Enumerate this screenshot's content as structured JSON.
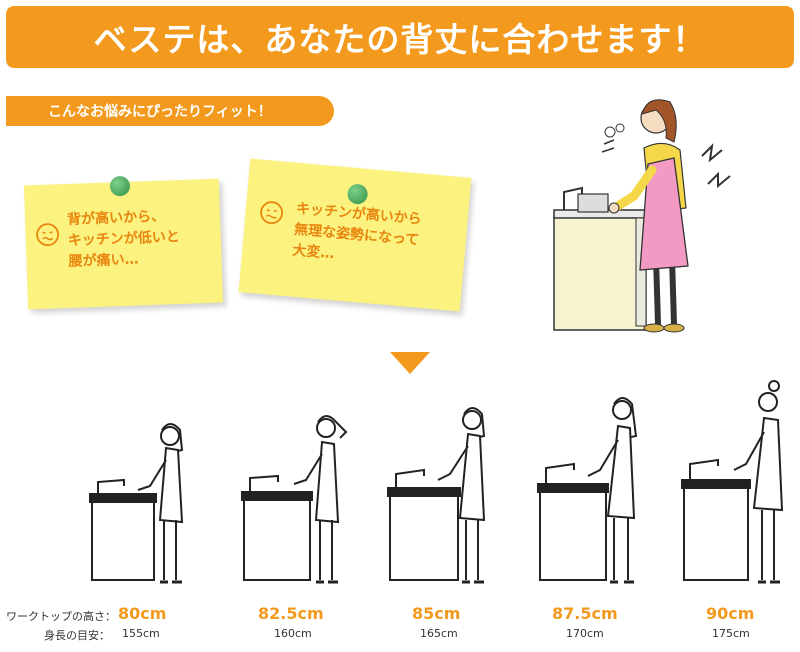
{
  "banner": {
    "title": "ベステは、あなたの背丈に合わせます！"
  },
  "subtitle": "こんなお悩みにぴったりフィット！",
  "notes": [
    {
      "text": "背が高いから、\nキッチンが低いと\n腰が痛い…",
      "face_icon": "worried-face-icon"
    },
    {
      "text": "キッチンが高いから\n無理な姿勢になって\n大変…",
      "face_icon": "worried-face-icon"
    }
  ],
  "colors": {
    "accent": "#f39a1e",
    "note": "#fbf27f",
    "apron": "#f29ac3",
    "counter": "#f7f2cf"
  },
  "labels": {
    "worktop_height": "ワークトップの高さ：",
    "body_height": "身長の目安："
  },
  "options": [
    {
      "worktop": "80cm",
      "body": "155cm"
    },
    {
      "worktop": "82.5cm",
      "body": "160cm"
    },
    {
      "worktop": "85cm",
      "body": "165cm"
    },
    {
      "worktop": "87.5cm",
      "body": "170cm"
    },
    {
      "worktop": "90cm",
      "body": "175cm"
    }
  ]
}
